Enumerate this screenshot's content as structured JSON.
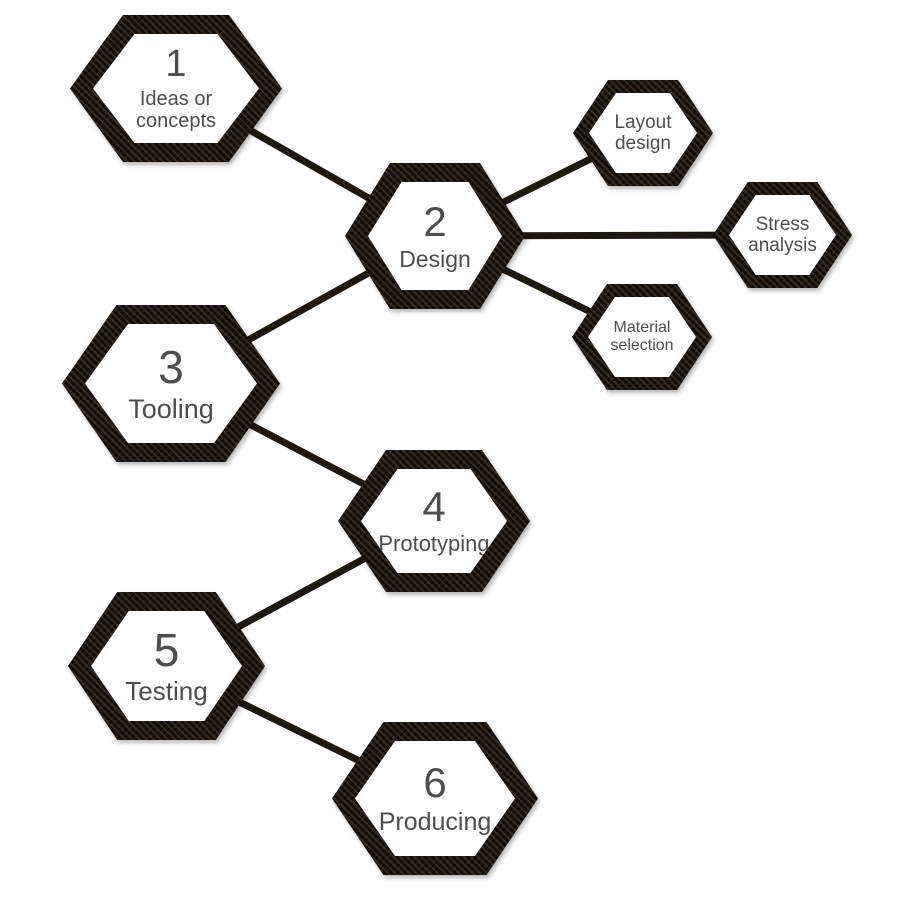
{
  "diagram": {
    "title": "Product development process hexagon flow",
    "accent_color": "#17130f",
    "face_color": "#ffffff",
    "text_color": "#4d4d4d",
    "nodes": {
      "ideas": {
        "number": "1",
        "label": "Ideas or\nconcepts"
      },
      "design": {
        "number": "2",
        "label": "Design"
      },
      "layout": {
        "label": "Layout\ndesign"
      },
      "stress": {
        "label": "Stress\nanalysis"
      },
      "material": {
        "label": "Material\nselection"
      },
      "tooling": {
        "number": "3",
        "label": "Tooling"
      },
      "prototyping": {
        "number": "4",
        "label": "Prototyping"
      },
      "testing": {
        "number": "5",
        "label": "Testing"
      },
      "producing": {
        "number": "6",
        "label": "Producing"
      }
    },
    "connections": [
      "ideas-design",
      "design-layout",
      "design-stress",
      "design-material",
      "design-tooling",
      "tooling-prototyping",
      "prototyping-testing",
      "testing-producing"
    ]
  }
}
